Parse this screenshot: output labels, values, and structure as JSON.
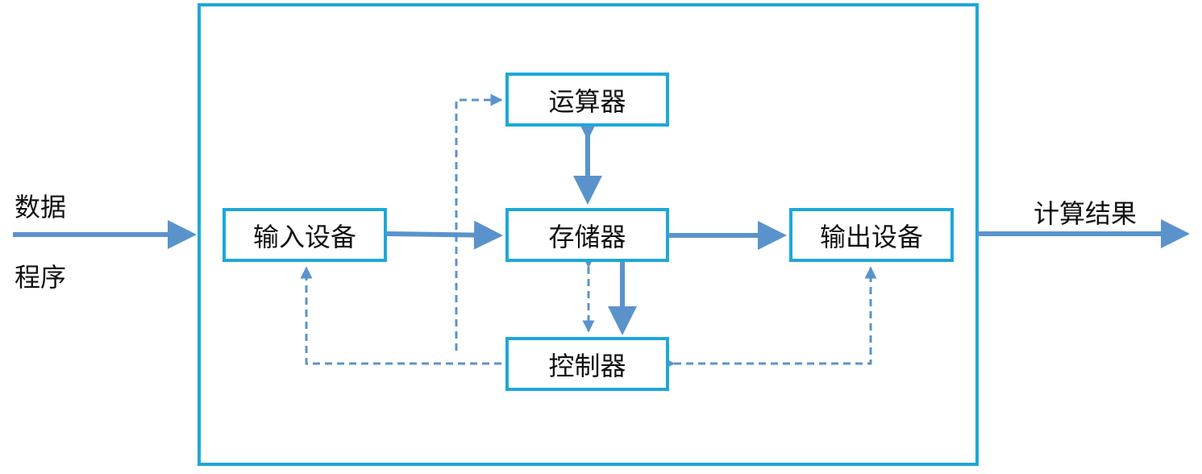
{
  "inputs": {
    "data": "数据",
    "program": "程序"
  },
  "output_label": "计算结果",
  "units": {
    "alu": "运算器",
    "input_device": "输入设备",
    "memory": "存储器",
    "output_device": "输出设备",
    "controller": "控制器"
  },
  "colors": {
    "box_border": "#1ea8d8",
    "arrow": "#5a93cc",
    "text": "#111111"
  }
}
